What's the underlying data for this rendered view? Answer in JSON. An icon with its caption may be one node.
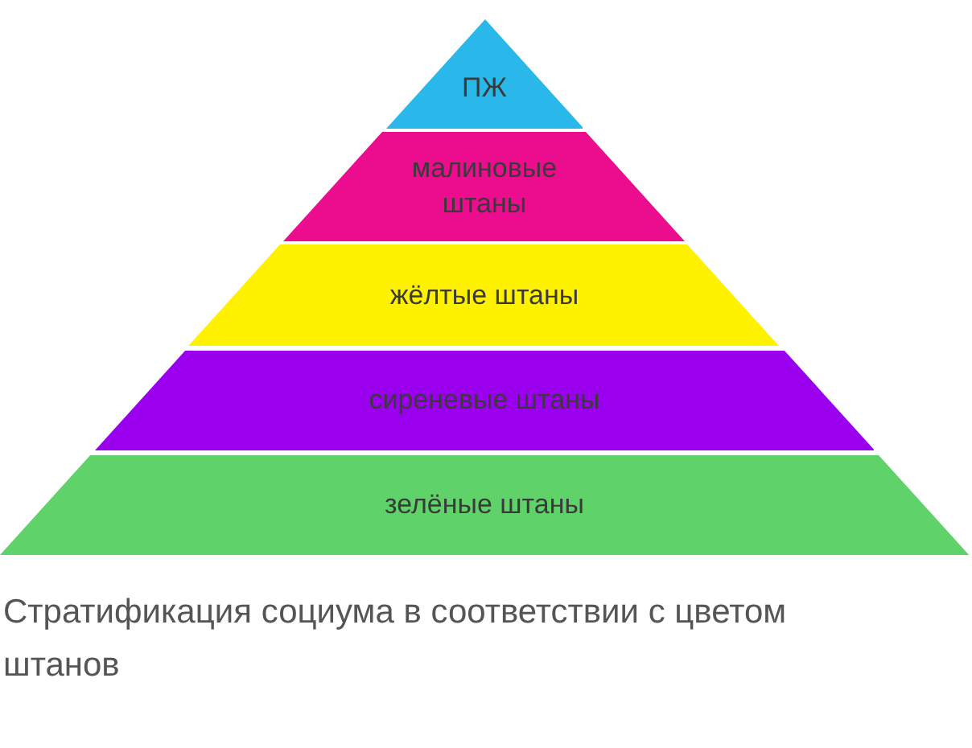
{
  "diagram": {
    "caption": "Стратификация социума в соответствии с цветом штанов",
    "nodes": [
      {
        "text": [
          "ПЖ"
        ]
      },
      {
        "text": [
          "малиновые штаны"
        ]
      },
      {
        "text": [
          "жёлтые штаны"
        ]
      },
      {
        "text": [
          "сиреневые штаны"
        ]
      },
      {
        "text": [
          "зелёные штаны"
        ]
      }
    ]
  }
}
